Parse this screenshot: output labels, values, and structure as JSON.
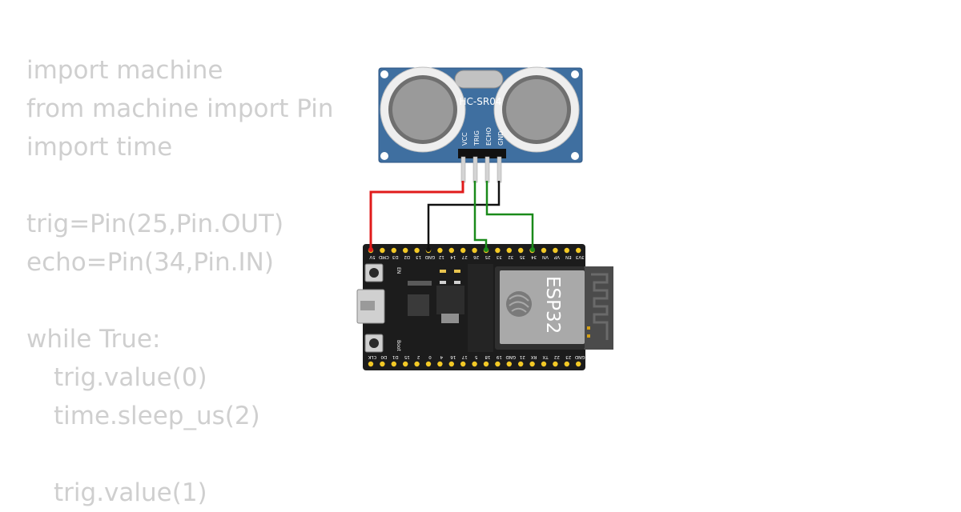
{
  "code_lines": [
    {
      "text": "import machine",
      "indent": 0
    },
    {
      "text": "from machine import Pin",
      "indent": 0
    },
    {
      "text": "import time",
      "indent": 0
    },
    {
      "text": "",
      "indent": 0
    },
    {
      "text": "trig=Pin(25,Pin.OUT)",
      "indent": 0
    },
    {
      "text": "echo=Pin(34,Pin.IN)",
      "indent": 0
    },
    {
      "text": "",
      "indent": 0
    },
    {
      "text": "while True:",
      "indent": 0
    },
    {
      "text": "trig.value(0)",
      "indent": 1
    },
    {
      "text": "time.sleep_us(2)",
      "indent": 1
    },
    {
      "text": "",
      "indent": 0
    },
    {
      "text": "trig.value(1)",
      "indent": 1
    }
  ],
  "sensor": {
    "name": "HC-SR04",
    "pins": [
      "VCC",
      "TRIG",
      "ECHO",
      "GND"
    ]
  },
  "board": {
    "name": "ESP32",
    "top_pins": [
      "5V",
      "CMD",
      "D3",
      "D2",
      "13",
      "GND",
      "12",
      "14",
      "27",
      "26",
      "25",
      "33",
      "32",
      "35",
      "34",
      "VN",
      "VP",
      "EN",
      "3V3"
    ],
    "bottom_pins": [
      "CLK",
      "D0",
      "D1",
      "15",
      "2",
      "0",
      "4",
      "16",
      "17",
      "5",
      "18",
      "19",
      "GND",
      "21",
      "RX",
      "TX",
      "22",
      "23",
      "GND"
    ],
    "labels": {
      "en": "EN",
      "boot": "Boot"
    }
  },
  "wire_colors": {
    "vcc": "#e01b1b",
    "gnd": "#111111",
    "trig": "#1a8a1a",
    "echo": "#1a8a1a"
  }
}
